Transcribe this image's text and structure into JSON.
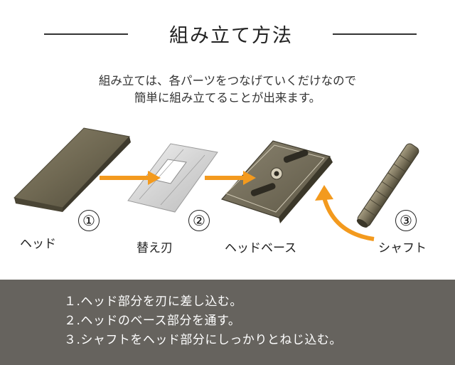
{
  "header": {
    "title": "組み立て方法"
  },
  "intro": {
    "line1": "組み立ては、各パーツをつなげていくだけなので",
    "line2": "簡単に組み立てることが出来ます。"
  },
  "parts": [
    {
      "number": "①",
      "label": "ヘッド"
    },
    {
      "number": "②",
      "label": "替え刃"
    },
    {
      "number": "",
      "label": "ヘッドベース"
    },
    {
      "number": "③",
      "label": "シャフト"
    }
  ],
  "steps": [
    "１.ヘッド部分を刃に差し込む。",
    "２.ヘッドのベース部分を通す。",
    "３.シャフトをヘッド部分にしっかりとねじ込む。"
  ],
  "colors": {
    "arrow": "#f39a1e",
    "metal": "#6f6852",
    "footer_bg": "#66635e"
  }
}
